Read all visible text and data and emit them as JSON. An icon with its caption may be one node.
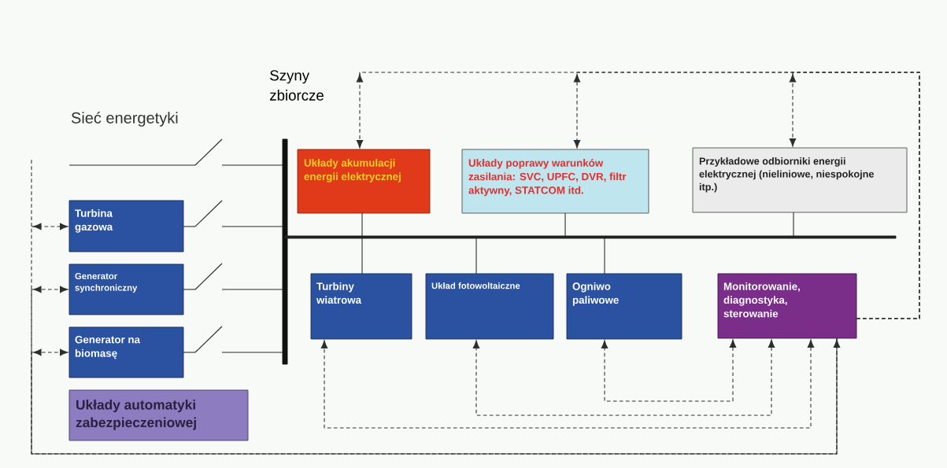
{
  "diagram": {
    "nodes": [
      {
        "text": [
          "Sieć energetyki"
        ]
      },
      {
        "text": [],
        "shape": "bar",
        "beside": [
          "Szyny zbiorcze"
        ]
      },
      {
        "text": [],
        "shape": "bar"
      },
      {
        "text": [
          "Turbina gazowa"
        ]
      },
      {
        "text": [
          "Generator synchroniczny"
        ]
      },
      {
        "text": [
          "Generator na biomasę"
        ]
      },
      {
        "text": [
          "Układy automatyki zabezpieczeniowej"
        ]
      },
      {
        "text": [
          "Układy akumulacji energii elektrycznej"
        ]
      },
      {
        "text": [
          "Układy poprawy warunków zasilania: SVC, UPFC, DVR, filtr aktywny, STATCOM itd."
        ]
      },
      {
        "text": [
          "Przykładowe odbiorniki energii elektrycznej (nieliniowe, niespokojne itp.)"
        ]
      },
      {
        "text": [
          "Turbiny wiatrowa"
        ]
      },
      {
        "text": [
          "Układ fotowoltaiczne"
        ]
      },
      {
        "text": [
          "Ogniwo paliwowe"
        ]
      },
      {
        "text": [
          "Monitorowanie, diagnostyka, sterowanie"
        ]
      },
      {
        "text": [],
        "shape": "switch"
      },
      {
        "text": [],
        "shape": "switch"
      },
      {
        "text": [],
        "shape": "switch"
      },
      {
        "text": [],
        "shape": "switch"
      }
    ],
    "edges": [
      {
        "from": 0,
        "to": 14,
        "arrow": "none"
      },
      {
        "from": 3,
        "to": 15,
        "arrow": "none"
      },
      {
        "from": 4,
        "to": 16,
        "arrow": "none"
      },
      {
        "from": 5,
        "to": 17,
        "arrow": "none"
      },
      {
        "from": 7,
        "to": 2,
        "arrow": "none"
      },
      {
        "from": 8,
        "to": 2,
        "arrow": "none"
      },
      {
        "from": 9,
        "to": 2,
        "arrow": "none"
      },
      {
        "from": 2,
        "to": 10,
        "arrow": "none"
      },
      {
        "from": 2,
        "to": 11,
        "arrow": "none"
      },
      {
        "from": 2,
        "to": 12,
        "arrow": "none"
      },
      {
        "from": 13,
        "to": 7,
        "arrow": "to",
        "style": "dashed"
      },
      {
        "from": 13,
        "to": 8,
        "arrow": "to",
        "style": "dashed"
      },
      {
        "from": 13,
        "to": 9,
        "arrow": "to",
        "style": "dashed"
      },
      {
        "from": 13,
        "to": 12,
        "arrow": "both",
        "style": "dashed"
      },
      {
        "from": 13,
        "to": 11,
        "arrow": "both",
        "style": "dashed"
      },
      {
        "from": 13,
        "to": 10,
        "arrow": "both",
        "style": "dashed"
      },
      {
        "from": 13,
        "to": 3,
        "arrow": "both",
        "style": "dashed"
      },
      {
        "from": 13,
        "to": 4,
        "arrow": "to",
        "style": "dashed"
      },
      {
        "from": 13,
        "to": 5,
        "arrow": "to",
        "style": "dashed"
      },
      {
        "from": 14,
        "to": 1,
        "arrow": "none"
      },
      {
        "from": 15,
        "to": 1,
        "arrow": "none"
      },
      {
        "from": 16,
        "to": 1,
        "arrow": "none"
      },
      {
        "from": 17,
        "to": 1,
        "arrow": "none"
      }
    ]
  }
}
